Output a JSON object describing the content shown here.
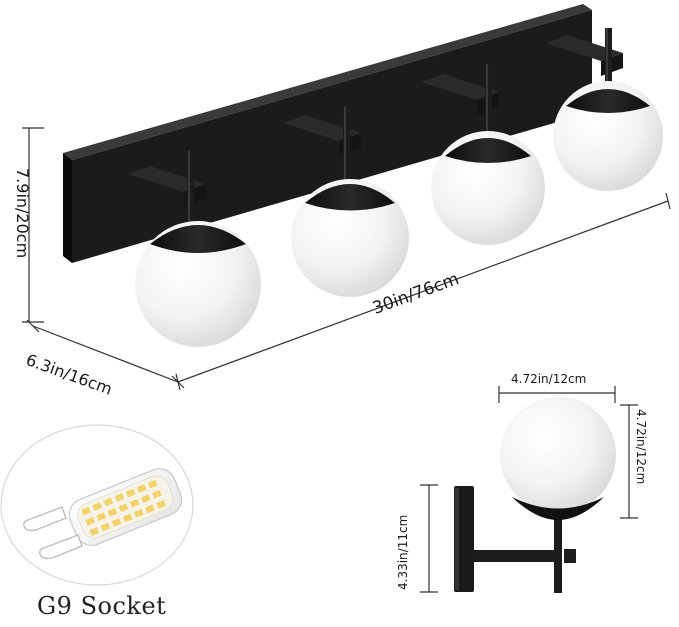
{
  "dimensions": {
    "height": "7.9in/20cm",
    "depth": "6.3in/16cm",
    "width": "30in/76cm",
    "globe_width": "4.72in/12cm",
    "globe_height": "4.72in/12cm",
    "projection": "4.33in/11cm"
  },
  "socket_label": "G9 Socket",
  "fixture": {
    "shade_count": 4
  },
  "colors": {
    "fixture": "#1c1c1c",
    "shade": "#f4f4f4",
    "dimension_lines": "#333333"
  }
}
